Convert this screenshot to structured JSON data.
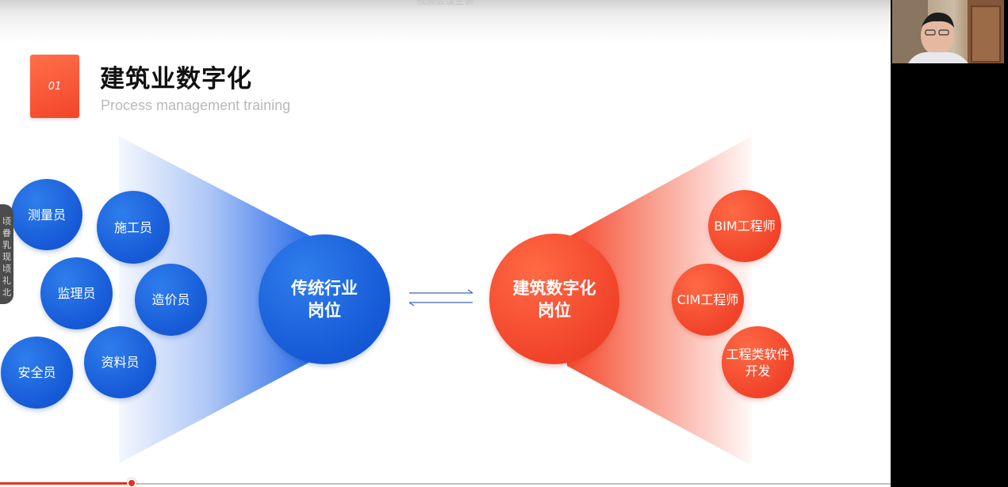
{
  "window": {
    "title": "视频会议主讲"
  },
  "slide": {
    "number": "01",
    "title": "建筑业数字化",
    "subtitle": "Process management training"
  },
  "side_tab": {
    "text": "顷|眷|乳|现|顷|礼|北"
  },
  "left_funnel": {
    "center_label": "传统行业\n岗位",
    "roles": [
      "测量员",
      "施工员",
      "监理员",
      "造价员",
      "安全员",
      "资料员"
    ]
  },
  "right_funnel": {
    "center_label": "建筑数字化\n岗位",
    "roles": [
      "BIM工程师",
      "CIM工程师",
      "工程类软件\n开发"
    ]
  },
  "playback": {
    "progress": 0.15
  },
  "colors": {
    "blue": "#1659d6",
    "red": "#f1432a",
    "badge": "#f2452a"
  },
  "icons": [
    "exchange-arrows-icon",
    "progress-knob"
  ]
}
